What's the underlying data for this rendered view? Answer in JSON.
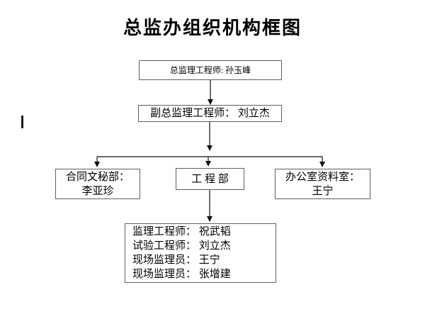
{
  "title": "总监办组织机构框图",
  "colors": {
    "box_border": "#5f5f5f",
    "connector_line": "#111111",
    "text": "#000000",
    "background": "#ffffff"
  },
  "cursor_mark": "|",
  "org_chart": {
    "nodes": {
      "chief": {
        "role": "总监理工程师",
        "text": "总监理工程师: 孙玉峰"
      },
      "deputy": {
        "role": "副总监理工程师",
        "text": "副总监理工程师： 刘立杰"
      },
      "contract": {
        "line1": "合同文秘部：",
        "line2": "李亚珍"
      },
      "engineering": {
        "text": "工 程 部"
      },
      "office": {
        "line1": "办公室资料室：",
        "line2": "王宁"
      },
      "staff": {
        "lines": [
          "监理工程师： 祝武韬",
          "试验工程师： 刘立杰",
          "现场监理员： 王宁",
          "现场监理员： 张增建"
        ]
      }
    },
    "edges": [
      "chief -> deputy",
      "deputy -> contract",
      "deputy -> engineering",
      "deputy -> office",
      "engineering -> staff"
    ]
  }
}
